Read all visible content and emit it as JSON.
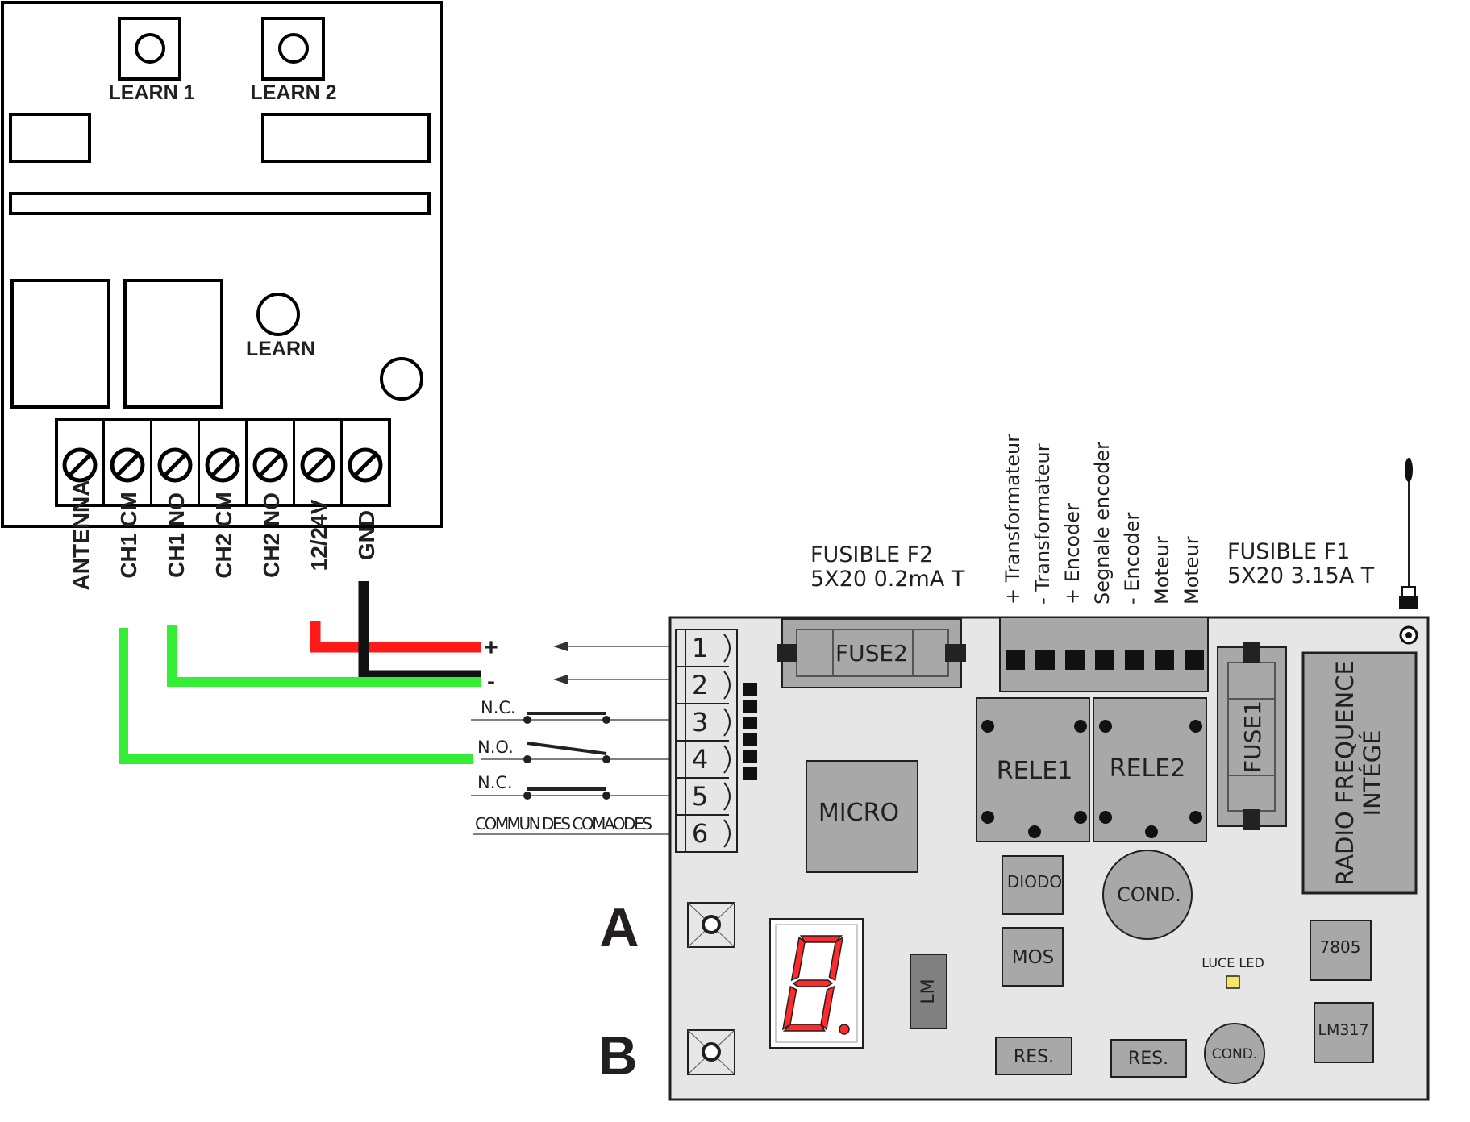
{
  "receiver": {
    "learn1": "LEARN 1",
    "learn2": "LEARN 2",
    "learn": "LEARN",
    "terminals": [
      "ANTENNA",
      "CH1 CM",
      "CH1 NO",
      "CH2 CM",
      "CH2 NO",
      "12/24V",
      "GND"
    ]
  },
  "supply": {
    "plus": "+",
    "minus": "-"
  },
  "contacts": {
    "nc_top": "N.C.",
    "no": "N.O.",
    "nc_bottom": "N.C.",
    "common": "COMMUN DES COMAODES"
  },
  "fuse_f2": {
    "line1": "FUSIBLE  F2",
    "line2": "5X20 0.2mA T"
  },
  "fuse_f1": {
    "line1": "FUSIBLE  F1",
    "line2": "5X20 3.15A T"
  },
  "connector_labels": [
    "+ Transformateur",
    "- Transformateur",
    "+ Encoder",
    "Segnale encoder",
    "- Encoder",
    "Moteur",
    "Moteur"
  ],
  "board": {
    "terminal_numbers": [
      "1",
      "2",
      "3",
      "4",
      "5",
      "6"
    ],
    "fuse2": "FUSE2",
    "fuse1": "FUSE1",
    "rele1": "RELE1",
    "rele2": "RELE2",
    "micro": "MICRO",
    "radio_line1": "RADIO FREQUENCE",
    "radio_line2": "INTÉGÉ",
    "diodo": "DIODO",
    "cond_large": "COND.",
    "cond_small": "COND.",
    "mos": "MOS",
    "lm": "LM",
    "luce_led": "LUCE LED",
    "ic_7805": "7805",
    "ic_lm317": "LM317",
    "res1": "RES.",
    "res2": "RES.",
    "button_a": "A",
    "button_b": "B"
  },
  "colors": {
    "red_wire": "#ff1a1a",
    "green_wire": "#33ee33",
    "black_wire": "#111111",
    "board_bg": "#e6e6e6",
    "component": "#9d9d9d",
    "led_segment": "#ff2a2a",
    "luce_led": "#f5e66a"
  }
}
